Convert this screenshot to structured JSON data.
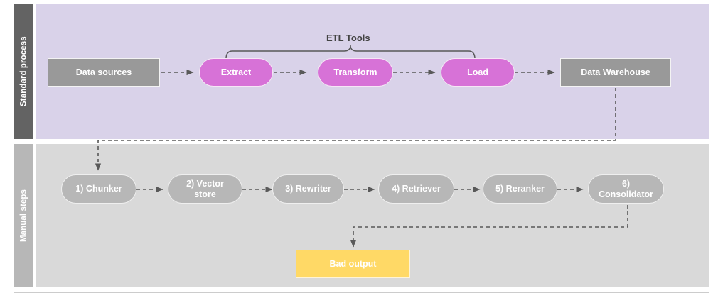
{
  "diagram": {
    "title": "ETL standard process and manual RAG steps",
    "colors": {
      "lane_standard_header_bg": "#636363",
      "lane_standard_body_bg": "#d9d2e9",
      "lane_manual_header_bg": "#b7b7b7",
      "lane_manual_body_bg": "#d9d9d9",
      "node_grey": "#999999",
      "node_magenta": "#d772d7",
      "node_softgrey": "#b7b7b7",
      "node_yellow": "#ffd966",
      "connector": "#595959",
      "label_text": "#434343",
      "node_text": "#ffffff"
    },
    "lanes": [
      {
        "id": "standard-process",
        "label": "Standard process",
        "nodes": [
          {
            "id": "data-sources",
            "label": "Data sources",
            "shape": "rect",
            "style": "grey"
          },
          {
            "id": "extract",
            "label": "Extract",
            "shape": "pill",
            "style": "magenta"
          },
          {
            "id": "transform",
            "label": "Transform",
            "shape": "pill",
            "style": "magenta"
          },
          {
            "id": "load",
            "label": "Load",
            "shape": "pill",
            "style": "magenta"
          },
          {
            "id": "data-warehouse",
            "label": "Data Warehouse",
            "shape": "rect",
            "style": "grey"
          }
        ],
        "annotations": [
          {
            "id": "etl-tools",
            "label": "ETL Tools",
            "type": "brace-label",
            "spans": [
              "extract",
              "transform",
              "load"
            ]
          }
        ]
      },
      {
        "id": "manual-steps",
        "label": "Manual steps",
        "nodes": [
          {
            "id": "chunker",
            "label": "1) Chunker",
            "shape": "pill",
            "style": "softgrey"
          },
          {
            "id": "vector-store",
            "label": "2) Vector\nstore",
            "shape": "pill",
            "style": "softgrey"
          },
          {
            "id": "rewriter",
            "label": "3) Rewriter",
            "shape": "pill",
            "style": "softgrey"
          },
          {
            "id": "retriever",
            "label": "4) Retriever",
            "shape": "pill",
            "style": "softgrey"
          },
          {
            "id": "reranker",
            "label": "5) Reranker",
            "shape": "pill",
            "style": "softgrey"
          },
          {
            "id": "consolidator",
            "label": "6)\nConsolidator",
            "shape": "pill",
            "style": "softgrey"
          },
          {
            "id": "bad-output",
            "label": "Bad output",
            "shape": "rect",
            "style": "yellow"
          }
        ]
      }
    ],
    "node_labels": {
      "data_sources": "Data sources",
      "extract": "Extract",
      "transform": "Transform",
      "load": "Load",
      "data_warehouse": "Data Warehouse",
      "chunker": "1) Chunker",
      "vector_store_line1": "2) Vector",
      "vector_store_line2": "store",
      "rewriter": "3) Rewriter",
      "retriever": "4) Retriever",
      "reranker": "5) Reranker",
      "consolidator_line1": "6)",
      "consolidator_line2": "Consolidator",
      "bad_output": "Bad output"
    },
    "lane_labels": {
      "standard_process": "Standard process",
      "manual_steps": "Manual steps"
    },
    "annotation_labels": {
      "etl_tools": "ETL Tools"
    },
    "edges": [
      {
        "from": "data-sources",
        "to": "extract",
        "style": "dashed-arrow"
      },
      {
        "from": "extract",
        "to": "transform",
        "style": "dashed-arrow"
      },
      {
        "from": "transform",
        "to": "load",
        "style": "dashed-arrow"
      },
      {
        "from": "load",
        "to": "data-warehouse",
        "style": "dashed-arrow"
      },
      {
        "from": "data-warehouse",
        "to": "chunker",
        "style": "dashed-arrow-elbow"
      },
      {
        "from": "chunker",
        "to": "vector-store",
        "style": "dashed-arrow"
      },
      {
        "from": "vector-store",
        "to": "rewriter",
        "style": "dashed-arrow"
      },
      {
        "from": "rewriter",
        "to": "retriever",
        "style": "dashed-arrow"
      },
      {
        "from": "retriever",
        "to": "reranker",
        "style": "dashed-arrow"
      },
      {
        "from": "reranker",
        "to": "consolidator",
        "style": "dashed-arrow"
      },
      {
        "from": "consolidator",
        "to": "bad-output",
        "style": "dashed-arrow-elbow"
      }
    ]
  }
}
